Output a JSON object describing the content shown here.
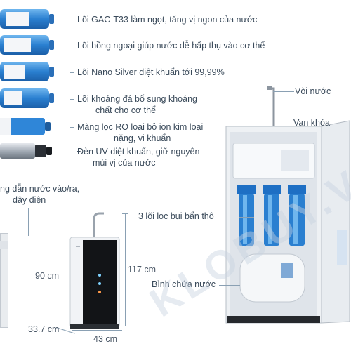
{
  "features": [
    "Lõi GAC-T33 làm ngọt, tăng vị ngon của nước",
    "Lõi hồng ngoại giúp nước dễ hấp thụ vào cơ thể",
    "Lõi Nano Silver diệt khuẩn tới 99,99%",
    "Lõi khoáng đá bổ sung khoáng",
    "chất cho cơ thể",
    "Màng lọc RO loại bỏ ion kim loại",
    "nặng, vi khuẩn",
    "Đèn UV diệt khuẩn, giữ nguyên",
    "mùi vị của nước"
  ],
  "left_note": [
    "ng dẫn nước vào/ra,",
    "dây điện"
  ],
  "dimensions": {
    "depth_small": "90 cm",
    "height": "117 cm",
    "depth": "33.7 cm",
    "width": "43 cm"
  },
  "parts": {
    "faucet": "Vòi nước",
    "valve": "Van khóa",
    "prefilters": "3 lõi lọc bụi bẩn thô",
    "tank": "Bình chứa nước"
  },
  "watermark": "KLOBUY.VN",
  "colors": {
    "filter_blue": "#2a7fd0",
    "cabinet_white": "#eef1f4",
    "line": "#8aa0b3",
    "text": "#3a4a5a"
  }
}
